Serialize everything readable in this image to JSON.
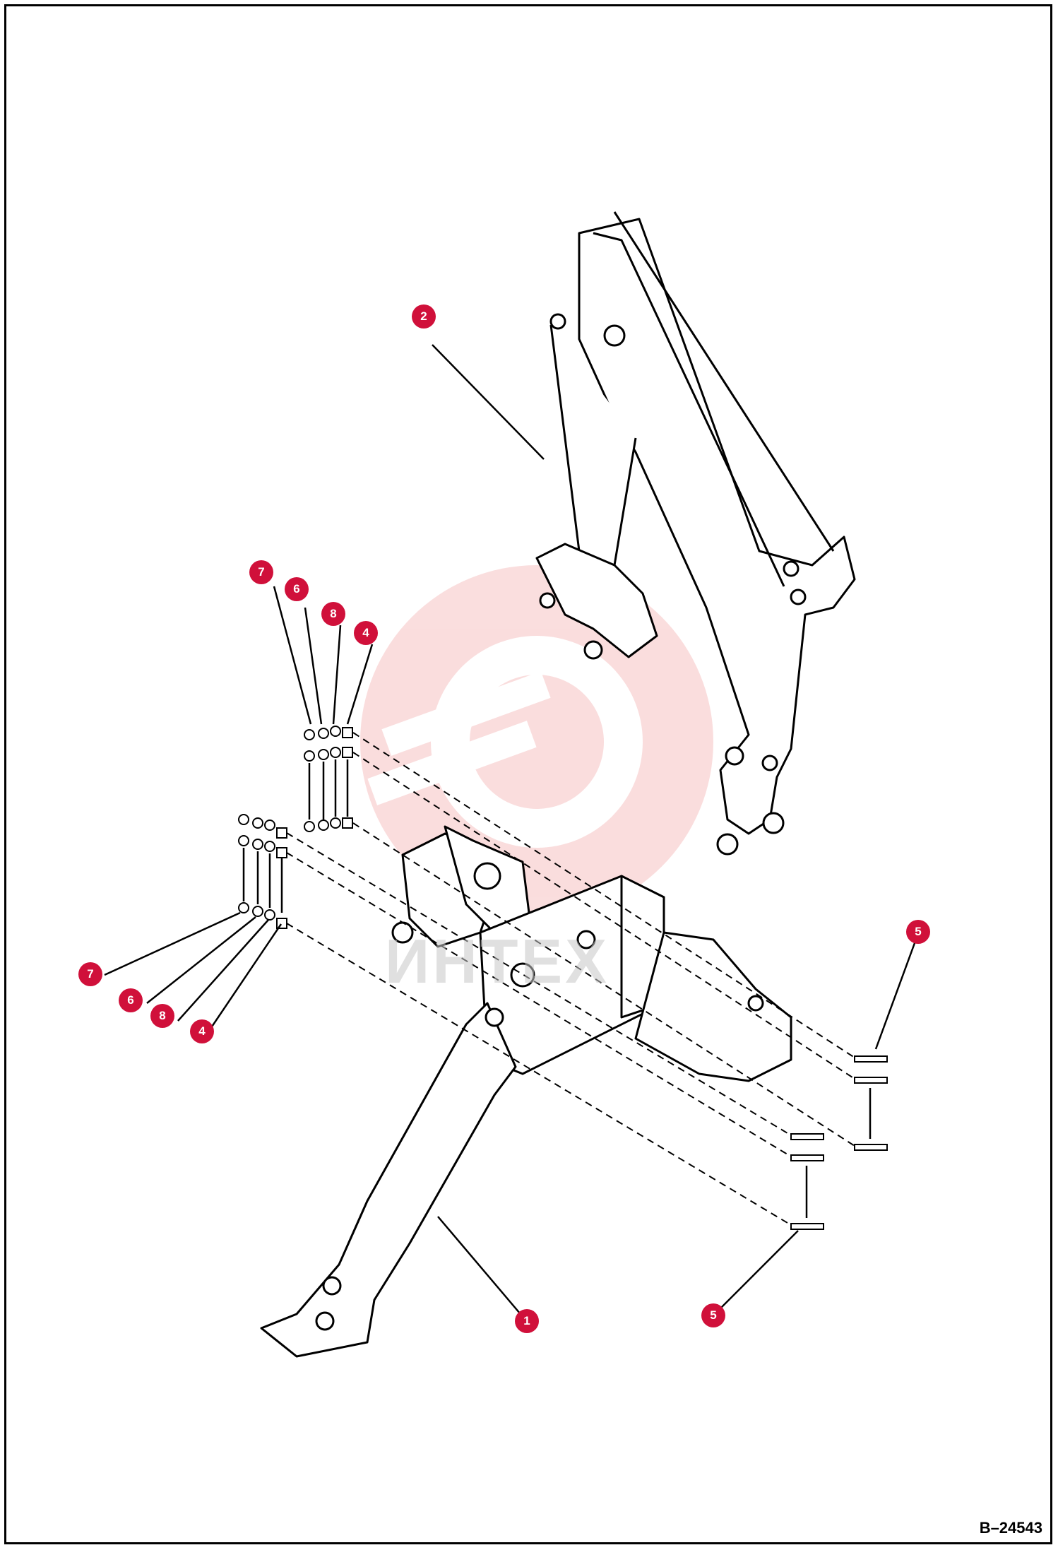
{
  "figure_id": "B–24543",
  "watermark_text": "ИНТЕХ",
  "callouts": [
    {
      "id": "c2",
      "label": "2"
    },
    {
      "id": "c7a",
      "label": "7"
    },
    {
      "id": "c6a",
      "label": "6"
    },
    {
      "id": "c8a",
      "label": "8"
    },
    {
      "id": "c4a",
      "label": "4"
    },
    {
      "id": "c7b",
      "label": "7"
    },
    {
      "id": "c6b",
      "label": "6"
    },
    {
      "id": "c8b",
      "label": "8"
    },
    {
      "id": "c4b",
      "label": "4"
    },
    {
      "id": "c5a",
      "label": "5"
    },
    {
      "id": "c1",
      "label": "1"
    },
    {
      "id": "c5b",
      "label": "5"
    }
  ],
  "colors": {
    "callout": "#d0103a",
    "watermark": "#e8b0b0",
    "lines": "#000000"
  }
}
